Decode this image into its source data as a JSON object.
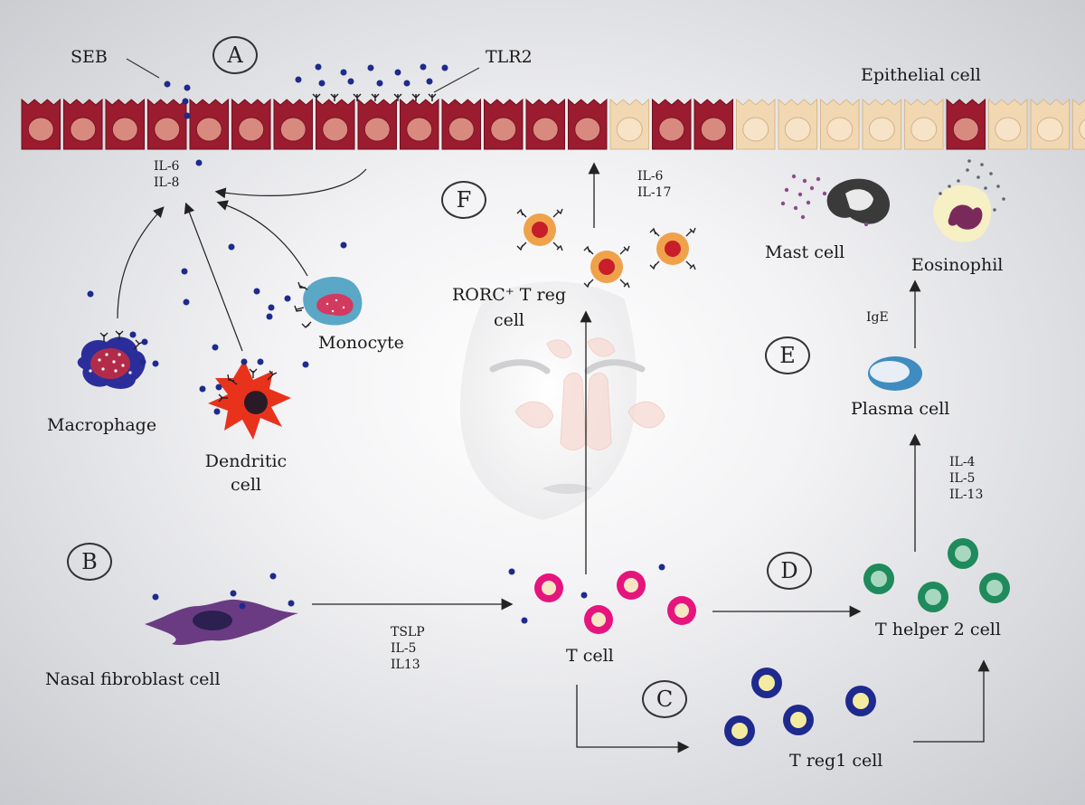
{
  "labels": {
    "seb": "SEB",
    "tlr2": "TLR2",
    "epithelial": "Epithelial cell",
    "il6_il8": "IL-6\nIL-8",
    "il6_il17": "IL-6\nIL-17",
    "rorc": "RORC⁺ T reg\ncell",
    "mast": "Mast cell",
    "eosinophil": "Eosinophil",
    "ige": "IgE",
    "plasma": "Plasma cell",
    "monocyte": "Monocyte",
    "macrophage": "Macrophage",
    "dendritic": "Dendritic\ncell",
    "il4_5_13": "IL-4\nIL-5\nIL-13",
    "fibroblast": "Nasal fibroblast cell",
    "tslp": "TSLP\nIL-5\nIL13",
    "tcell": "T cell",
    "th2": "T helper 2 cell",
    "treg1": "T reg1 cell"
  },
  "letters": {
    "a": "A",
    "b": "B",
    "c": "C",
    "d": "D",
    "e": "E",
    "f": "F"
  },
  "colors": {
    "epithelial_red": "#9b1b2f",
    "epithelial_beige": "#f1d8b2",
    "dot": "#1e2a8c",
    "tcell": "#e6157e",
    "th2": "#1f8a5b",
    "treg1": "#1f2a8f",
    "rorc": "#f0a24a",
    "dendritic": "#e8321c",
    "macrophage": "#2b2e9a",
    "monocyte": "#5aa7c6",
    "fibroblast": "#6a3b82"
  }
}
